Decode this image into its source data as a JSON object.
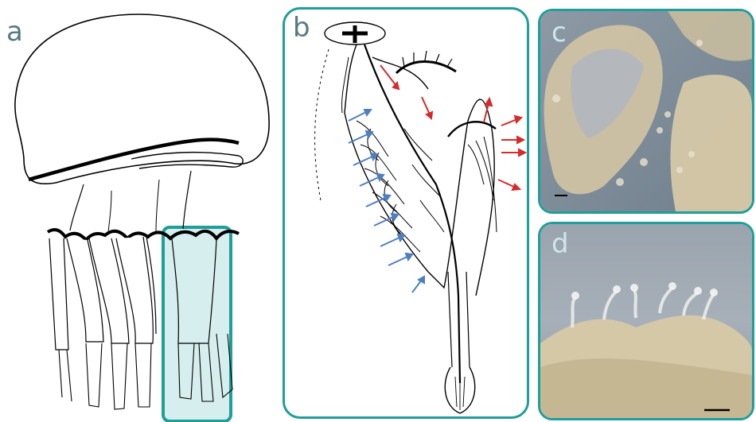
{
  "panels": {
    "a": {
      "label": "a"
    },
    "b": {
      "label": "b"
    },
    "c": {
      "label": "c"
    },
    "d": {
      "label": "d"
    }
  },
  "colors": {
    "frame": "#1f9e9a",
    "highlight_fill": "#d7eeee",
    "label_dark": "#557a82",
    "label_light": "#cfe6ea",
    "inflow_arrow": "#4f7fbf",
    "outflow_arrow": "#d62b2b"
  }
}
